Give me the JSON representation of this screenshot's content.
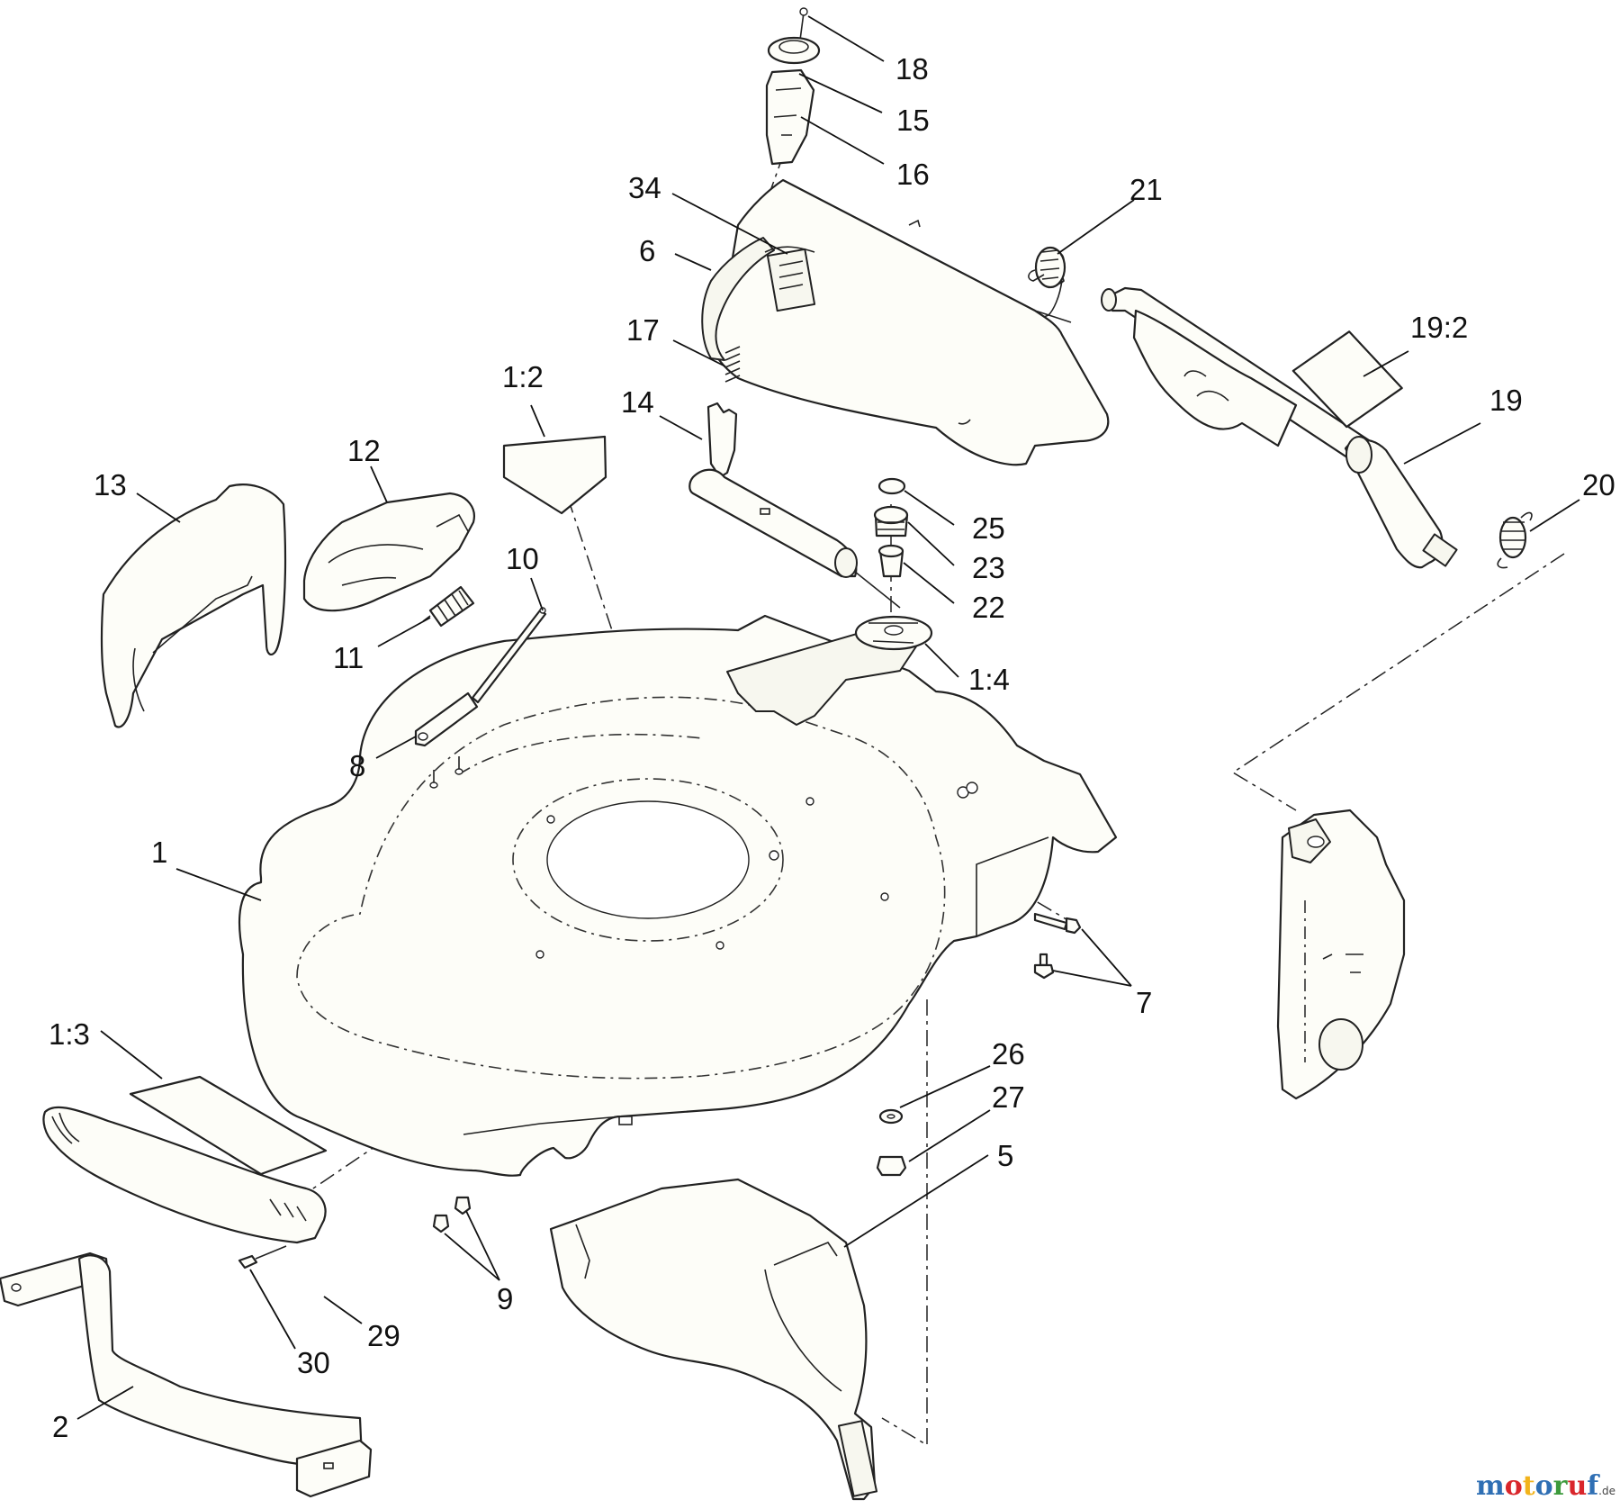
{
  "callouts": [
    "18",
    "15",
    "16",
    "34",
    "21",
    "6",
    "17",
    "19:2",
    "19",
    "1:2",
    "14",
    "20",
    "12",
    "13",
    "25",
    "23",
    "22",
    "10",
    "11",
    "1:4",
    "8",
    "1",
    "7",
    "1:3",
    "26",
    "27",
    "5",
    "9",
    "29",
    "30",
    "2"
  ],
  "watermark": {
    "brand": "motoruf",
    "suffix": ".de",
    "colors": [
      "#2f6fb4",
      "#d9262b",
      "#f2b31b",
      "#2f6fb4",
      "#3c9a3c",
      "#d9262b",
      "#2f6fb4"
    ]
  }
}
